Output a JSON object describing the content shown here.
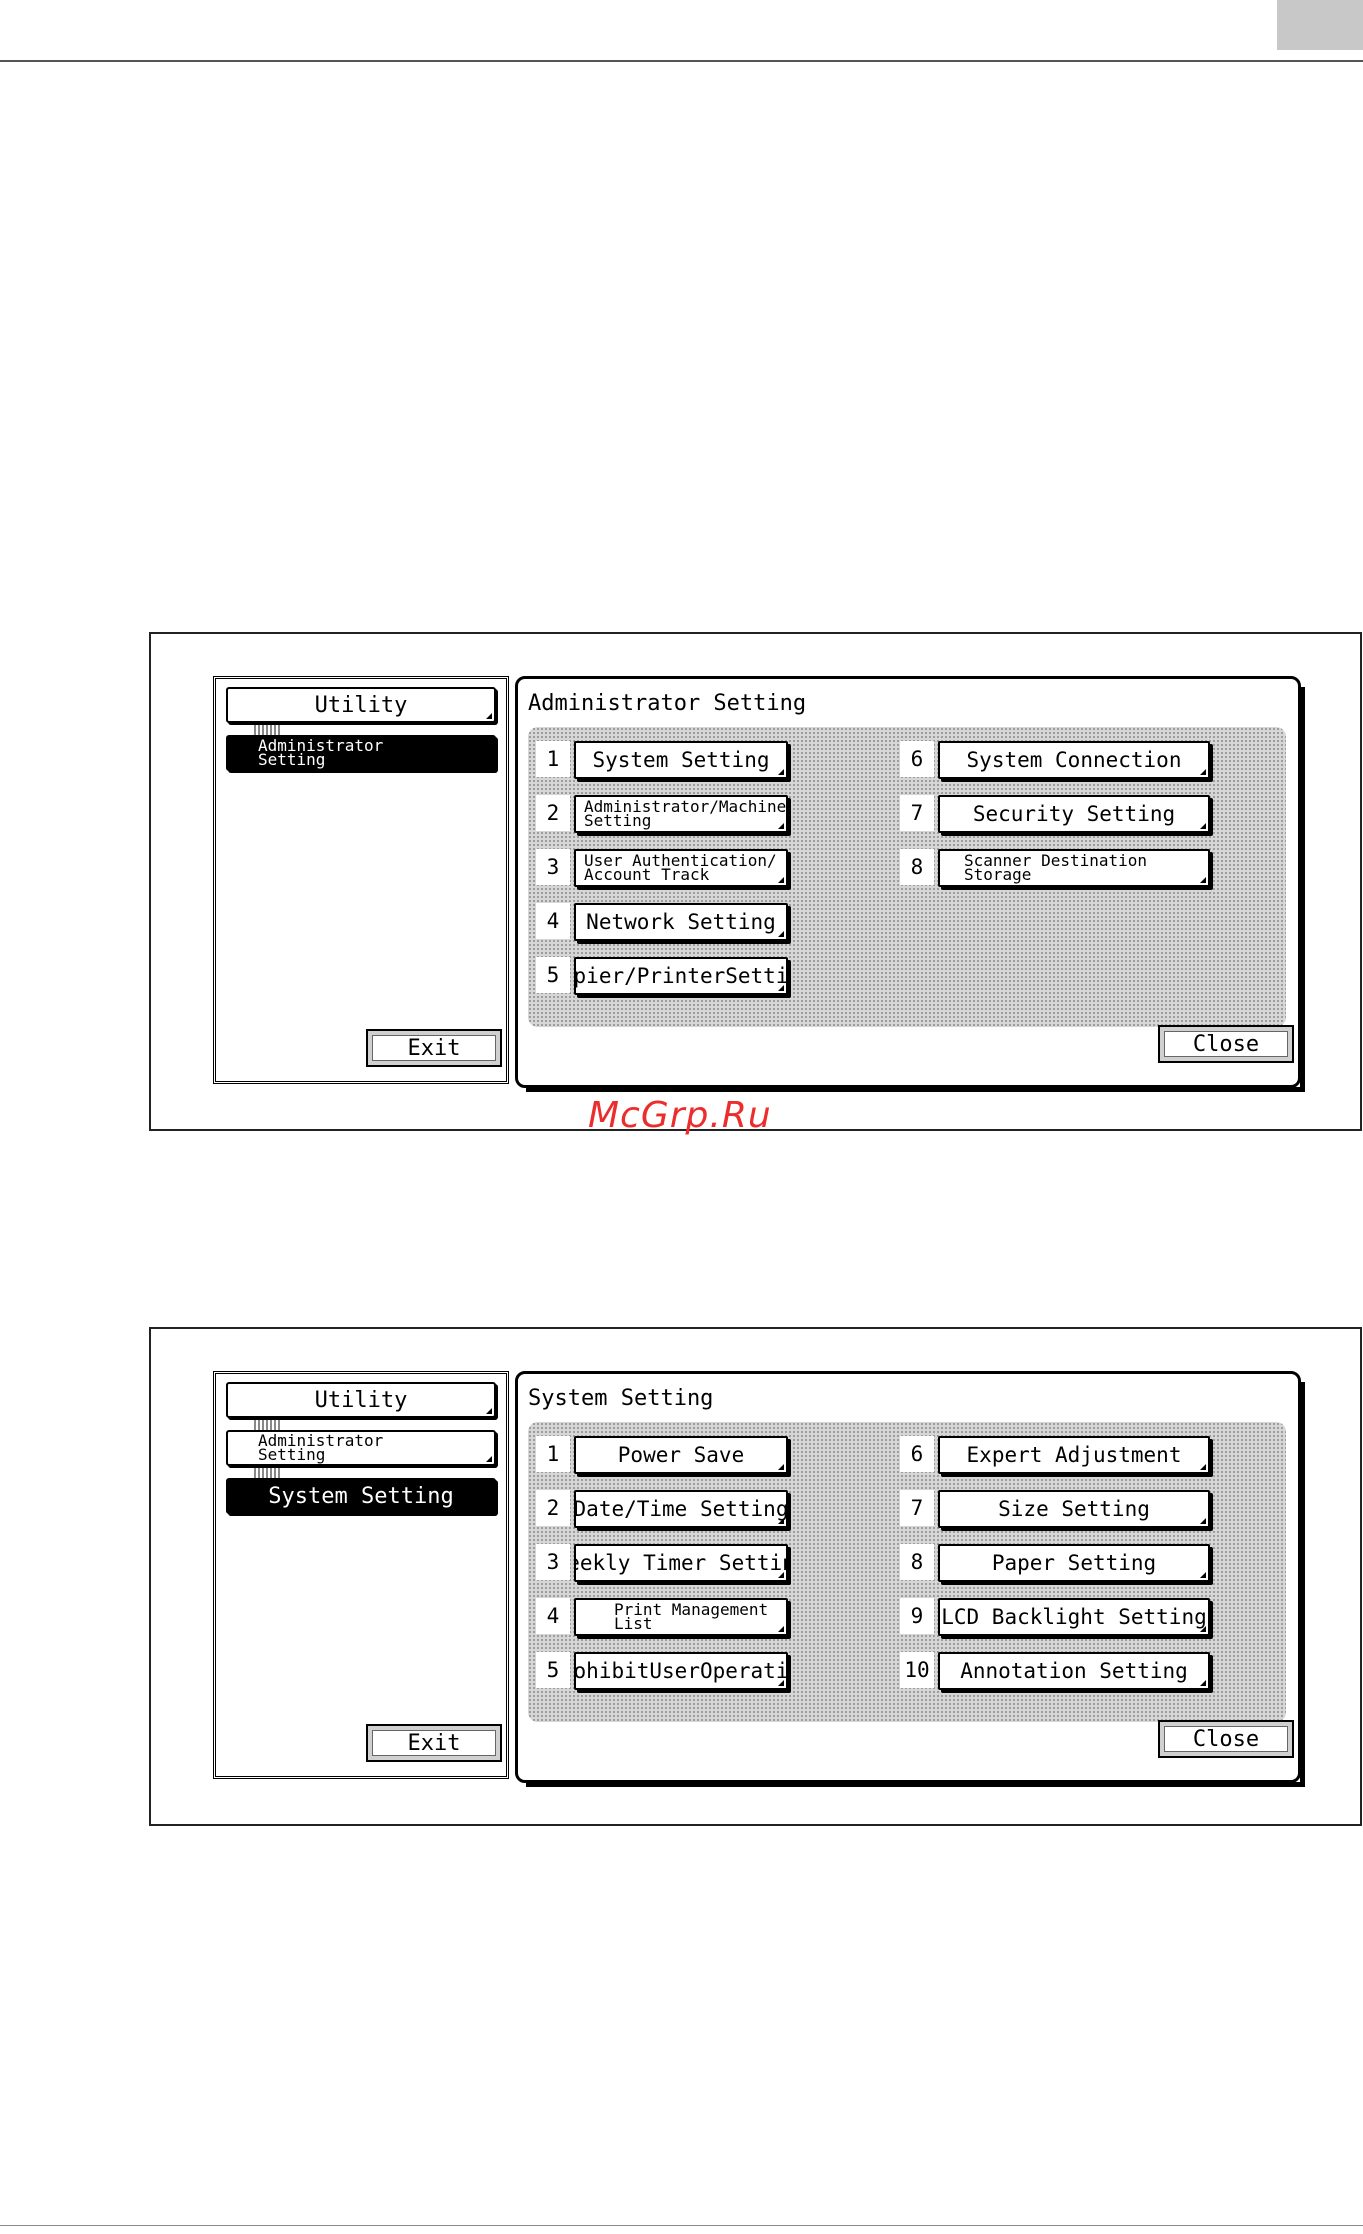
{
  "watermark": "McGrp.Ru",
  "figure1": {
    "side": {
      "utility": "Utility",
      "admin_line1": "Administrator",
      "admin_line2": "Setting",
      "exit": "Exit"
    },
    "title": "Administrator Setting",
    "close": "Close",
    "items": [
      {
        "num": "1",
        "label": "System Setting"
      },
      {
        "num": "2",
        "label1": "Administrator/Machine",
        "label2": "Setting"
      },
      {
        "num": "3",
        "label1": "User Authentication/",
        "label2": "Account Track"
      },
      {
        "num": "4",
        "label": "Network Setting"
      },
      {
        "num": "5",
        "label": "Copier/PrinterSetting"
      },
      {
        "num": "6",
        "label": "System Connection"
      },
      {
        "num": "7",
        "label": "Security Setting"
      },
      {
        "num": "8",
        "label1": "Scanner Destination",
        "label2": "Storage"
      }
    ]
  },
  "figure2": {
    "side": {
      "utility": "Utility",
      "admin_line1": "Administrator",
      "admin_line2": "Setting",
      "system": "System Setting",
      "exit": "Exit"
    },
    "title": "System Setting",
    "close": "Close",
    "items": [
      {
        "num": "1",
        "label": "Power Save"
      },
      {
        "num": "2",
        "label": "Date/Time Setting"
      },
      {
        "num": "3",
        "label": "Weekly Timer Setting"
      },
      {
        "num": "4",
        "label1": "Print Management",
        "label2": "List"
      },
      {
        "num": "5",
        "label": "ProhibitUserOperation"
      },
      {
        "num": "6",
        "label": "Expert Adjustment"
      },
      {
        "num": "7",
        "label": "Size Setting"
      },
      {
        "num": "8",
        "label": "Paper Setting"
      },
      {
        "num": "9",
        "label": "LCD Backlight Setting"
      },
      {
        "num": "10",
        "label": "Annotation Setting"
      }
    ]
  }
}
